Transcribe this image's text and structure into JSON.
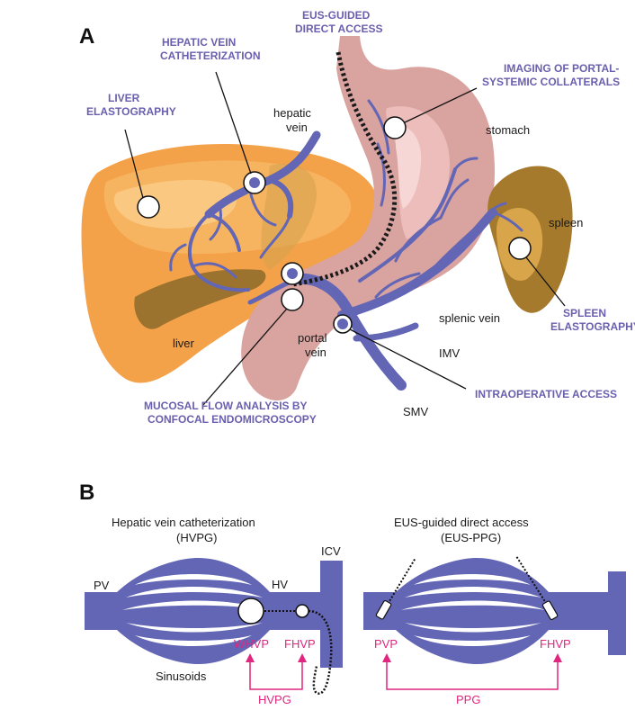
{
  "panel_a": {
    "letter": "A",
    "callouts": {
      "liver_elastography": [
        "LIVER",
        "ELASTOGRAPHY"
      ],
      "hepatic_vein_catheterization": [
        "HEPATIC VEIN",
        "CATHETERIZATION"
      ],
      "eus_guided": [
        "EUS-GUIDED",
        "DIRECT ACCESS"
      ],
      "imaging_collaterals": [
        "IMAGING OF PORTAL-",
        "SYSTEMIC COLLATERALS"
      ],
      "spleen_elastography": [
        "SPLEEN",
        "ELASTOGRAPHY"
      ],
      "intraoperative": [
        "INTRAOPERATIVE ACCESS"
      ],
      "mucosal_flow": [
        "MUCOSAL FLOW ANALYSIS BY",
        "CONFOCAL ENDOMICROSCOPY"
      ]
    },
    "organs": {
      "hepatic_vein": [
        "hepatic",
        "vein"
      ],
      "stomach": "stomach",
      "spleen": "spleen",
      "liver": "liver",
      "splenic_vein": "splenic vein",
      "portal_vein": [
        "portal",
        "vein"
      ],
      "imv": "IMV",
      "smv": "SMV"
    }
  },
  "panel_b": {
    "letter": "B",
    "left_title": [
      "Hepatic vein catheterization",
      "(HVPG)"
    ],
    "right_title": [
      "EUS-guided direct access",
      "(EUS-PPG)"
    ],
    "pv": "PV",
    "hv": "HV",
    "icv": "ICV",
    "sinusoids": "Sinusoids",
    "whvp": "WHVP",
    "fhvp_left": "FHVP",
    "hvpg": "HVPG",
    "pvp": "PVP",
    "fhvp_right": "FHVP",
    "ppg": "PPG"
  },
  "colors": {
    "vein": "#6266b5",
    "callout_text": "#6a5fae",
    "pressure_pink": "#e0267f",
    "liver": "#f4a24a",
    "stomach": "#d9a3a0",
    "spleen": "#a57a2c"
  }
}
